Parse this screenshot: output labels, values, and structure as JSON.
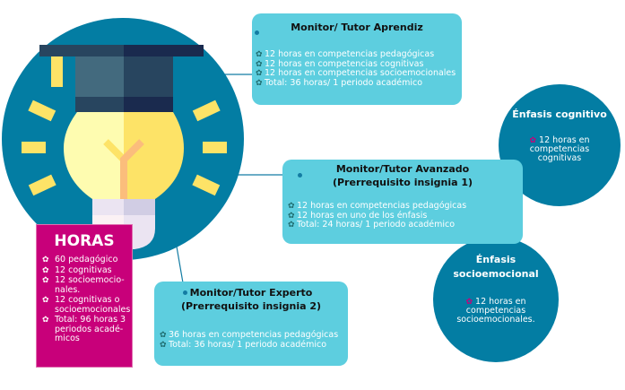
{
  "colors": {
    "circle": "#037da3",
    "box": "#5dcedf",
    "horas": "#c8007a",
    "bulb_light": "#fefcb0",
    "bulb_dark": "#fde367",
    "cap_dark": "#1a2a4e",
    "cap_mid": "#28455f"
  },
  "aprendiz": {
    "title": "Monitor/ Tutor Aprendiz",
    "items": [
      "12 horas en competencias pedagógicas",
      "12 horas en competencias cognitivas",
      "12 horas en competencias socioemocionales",
      "Total: 36 horas/ 1 periodo académico"
    ]
  },
  "avanzado": {
    "title1": "Monitor/Tutor Avanzado",
    "title2": "(Prerrequisito insignia 1)",
    "items": [
      "12 horas en competencias pedagógicas",
      "12  horas en uno de los énfasis",
      "Total: 24 horas/ 1 periodo académico"
    ]
  },
  "experto": {
    "title1": "Monitor/Tutor Experto",
    "title2": "(Prerrequisito insignia 2)",
    "items": [
      "36 horas en competencias pedagógicas",
      "Total: 36 horas/ 1 periodo académico"
    ]
  },
  "cognitivo": {
    "title": "Énfasis cognitivo",
    "l1": "12 horas en",
    "l2": "competencias",
    "l3": "cognitivas"
  },
  "socio": {
    "title1": "Énfasis",
    "title2": "socioemocional",
    "l1": "12 horas en",
    "l2": "competencias",
    "l3": "socioemocionales."
  },
  "horas": {
    "title": "HORAS",
    "items": [
      "60 pedagógico",
      "12 cognitivas",
      "12 socioemocio-nales.",
      "12 cognitivas o socioemocionales",
      "Total: 96 horas 3 periodos acadé-micos"
    ]
  },
  "bullet": "✿"
}
